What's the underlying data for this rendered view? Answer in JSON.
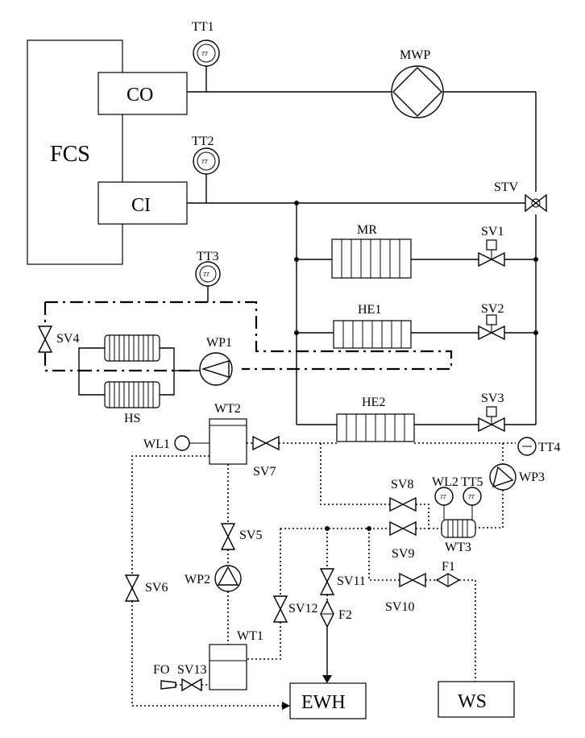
{
  "components": {
    "fcs": "FCS",
    "co": "CO",
    "ci": "CI",
    "mwp": "MWP",
    "stv": "STV",
    "mr": "MR",
    "he1": "HE1",
    "he2": "HE2",
    "hs": "HS",
    "wt1": "WT1",
    "wt2": "WT2",
    "wt3": "WT3",
    "ewh": "EWH",
    "ws": "WS",
    "fo": "FO",
    "f1": "F1",
    "f2": "F2"
  },
  "sensors": {
    "tt1": "TT1",
    "tt2": "TT2",
    "tt3": "TT3",
    "tt4": "TT4",
    "tt5": "TT5",
    "wl1": "WL1",
    "wl2": "WL2",
    "sensor_mark": "TT"
  },
  "valves": {
    "sv1": "SV1",
    "sv2": "SV2",
    "sv3": "SV3",
    "sv4": "SV4",
    "sv5": "SV5",
    "sv6": "SV6",
    "sv7": "SV7",
    "sv8": "SV8",
    "sv9": "SV9",
    "sv10": "SV10",
    "sv11": "SV11",
    "sv12": "SV12",
    "sv13": "SV13"
  },
  "pumps": {
    "wp1": "WP1",
    "wp2": "WP2",
    "wp3": "WP3"
  }
}
